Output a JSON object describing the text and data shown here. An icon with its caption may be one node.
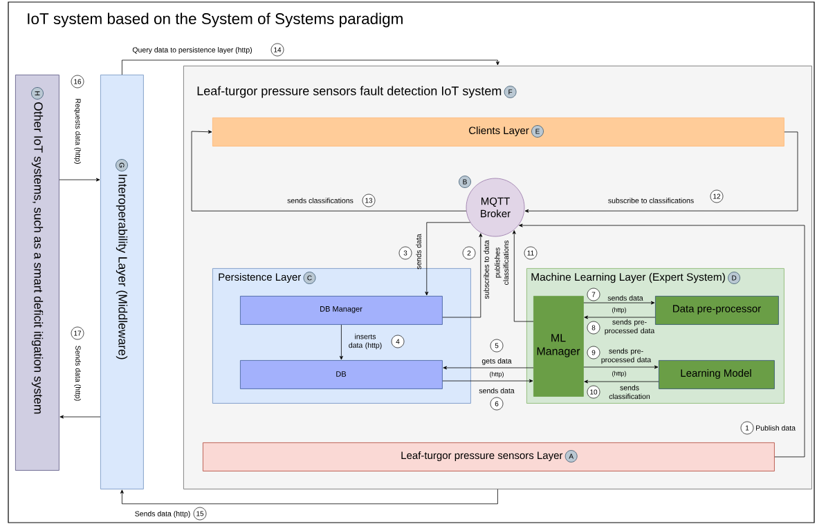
{
  "diagram": {
    "title": "IoT system based on the System of Systems paradigm",
    "nodes": [
      {
        "text": [
          "Other IoT systems, such as a smart deficit itigation system",
          "H"
        ]
      },
      {
        "text": [
          "Interoperability Layer (Middleware)",
          "G"
        ]
      },
      {
        "text": [
          "Leaf-turgor pressure sensors fault detection IoT system",
          "F"
        ]
      },
      {
        "text": [
          "Clients Layer",
          "E"
        ],
        "in": 2
      },
      {
        "text": [
          "MQTT Broker",
          "B"
        ],
        "in": 2
      },
      {
        "text": [
          "Persistence Layer",
          "C"
        ],
        "in": 2
      },
      {
        "text": [
          "DB Manager"
        ],
        "in": 5
      },
      {
        "text": [
          "DB"
        ],
        "in": 5
      },
      {
        "text": [
          "Machine Learning Layer (Expert System)",
          "D"
        ],
        "in": 2
      },
      {
        "text": [
          "ML Manager"
        ],
        "in": 8
      },
      {
        "text": [
          "Data pre-processor"
        ],
        "in": 8
      },
      {
        "text": [
          "Learning Model"
        ],
        "in": 8
      },
      {
        "text": [
          "Leaf-turgor pressure sensors Layer",
          "A"
        ],
        "in": 2
      }
    ],
    "edges": [
      {
        "from": 12,
        "to": 4,
        "arrow": "to",
        "label": "Publish data"
      },
      {
        "from": 6,
        "to": 4,
        "arrow": "to",
        "label": "subscribes to data"
      },
      {
        "from": 4,
        "to": 6,
        "arrow": "to",
        "label": "sends data"
      },
      {
        "from": 6,
        "to": 7,
        "arrow": "to",
        "label": "inserts data (http)"
      },
      {
        "from": 9,
        "to": 7,
        "arrow": "to",
        "label": "gets data"
      },
      {
        "from": 7,
        "to": 9,
        "arrow": "to",
        "label": "sends data"
      },
      {
        "from": 9,
        "to": 10,
        "arrow": "to",
        "label": "sends data"
      },
      {
        "from": 10,
        "to": 9,
        "arrow": "to",
        "label": "sends pre-processed data"
      },
      {
        "from": 9,
        "to": 11,
        "arrow": "to",
        "label": "sends pre-processed data"
      },
      {
        "from": 11,
        "to": 9,
        "arrow": "to",
        "label": "sends classification"
      },
      {
        "from": 9,
        "to": 4,
        "arrow": "to",
        "label": "publishes classifications"
      },
      {
        "from": 3,
        "to": 4,
        "arrow": "to",
        "label": "subscribe to classifications"
      },
      {
        "from": 4,
        "to": 3,
        "arrow": "to",
        "label": "sends classifications"
      },
      {
        "from": 1,
        "to": 2,
        "arrow": "to",
        "label": "Query data to persistence layer (http)"
      },
      {
        "from": 2,
        "to": 1,
        "arrow": "to",
        "label": "Sends data (http)"
      },
      {
        "from": 0,
        "to": 1,
        "arrow": "to",
        "label": "Requests data (http)"
      },
      {
        "from": 1,
        "to": 0,
        "arrow": "to",
        "label": "Sends data (http)"
      }
    ],
    "labels": [
      "1",
      "2",
      "3",
      "4",
      "5",
      "6",
      "7",
      "8",
      "9",
      "10",
      "11",
      "12",
      "13",
      "14",
      "15",
      "16",
      "17",
      "(http)",
      "(http)",
      "(http)"
    ]
  }
}
